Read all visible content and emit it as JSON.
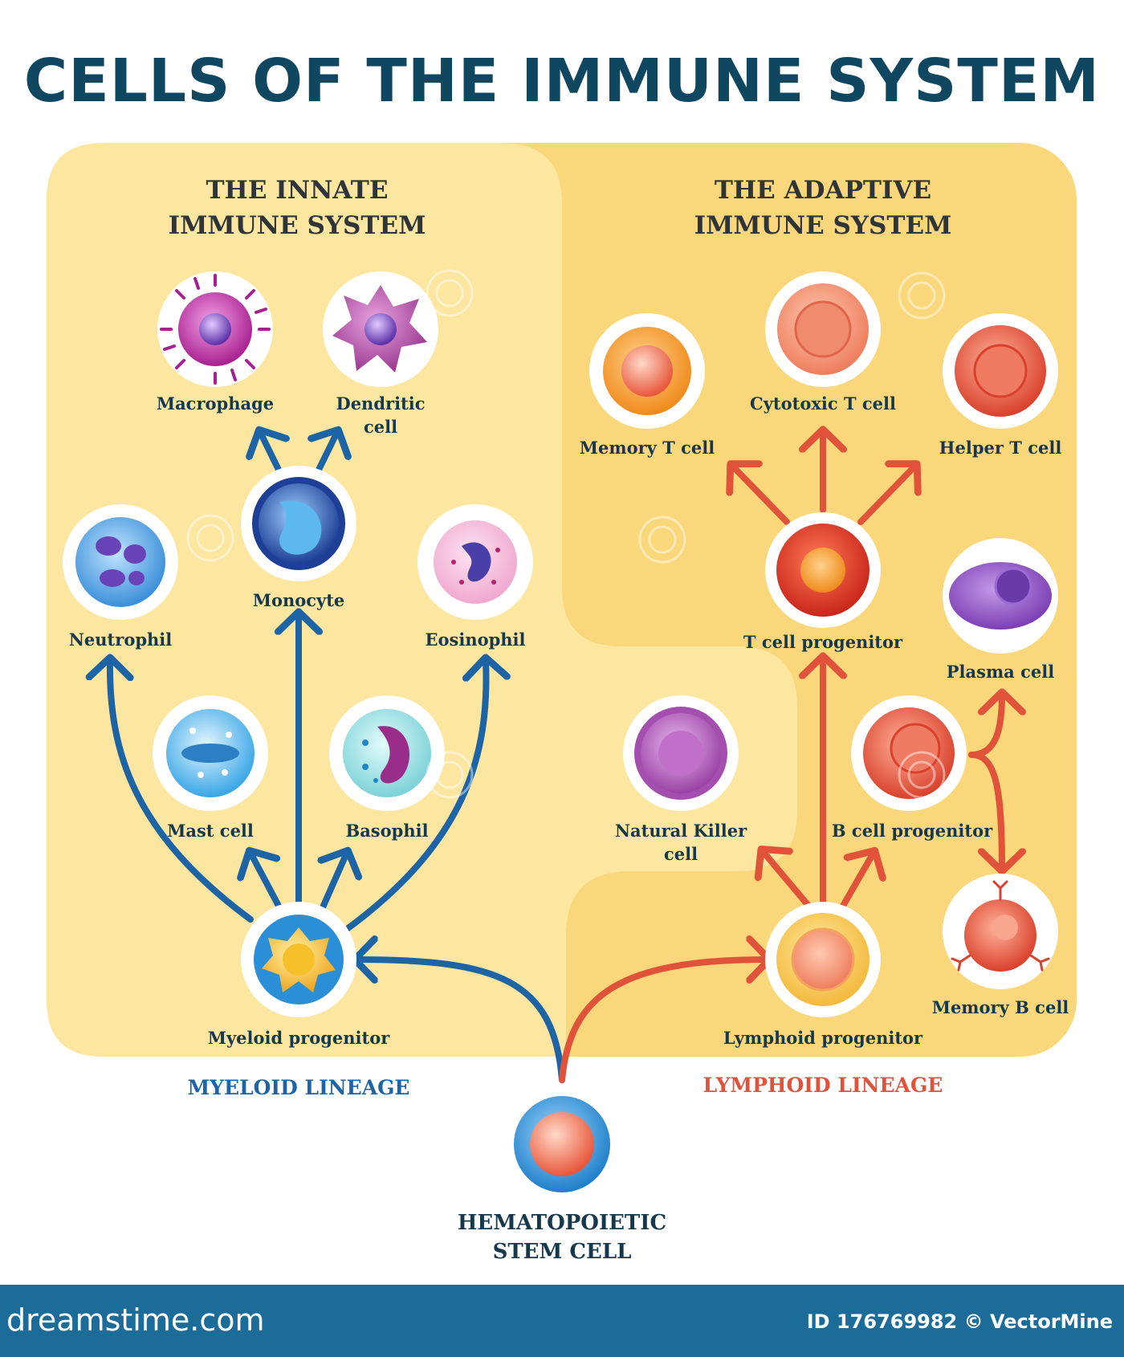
{
  "title": "CELLS OF THE IMMUNE SYSTEM",
  "sections": {
    "innate": "THE INNATE\nIMMUNE SYSTEM",
    "adaptive": "THE ADAPTIVE\nIMMUNE SYSTEM"
  },
  "cells": {
    "macrophage": "Macrophage",
    "dendritic": "Dendritic\ncell",
    "monocyte": "Monocyte",
    "neutrophil": "Neutrophil",
    "eosinophil": "Eosinophil",
    "mast": "Mast cell",
    "basophil": "Basophil",
    "myeloid_progenitor": "Myeloid progenitor",
    "memory_t": "Memory T cell",
    "cytotoxic_t": "Cytotoxic T cell",
    "helper_t": "Helper T cell",
    "t_progenitor": "T cell progenitor",
    "plasma": "Plasma cell",
    "natural_killer": "Natural Killer\ncell",
    "b_progenitor": "B cell progenitor",
    "memory_b": "Memory B cell",
    "lymphoid_progenitor": "Lymphoid progenitor",
    "stem": "HEMATOPOIETIC\nSTEM CELL"
  },
  "lineages": {
    "myeloid": "MYELOID LINEAGE",
    "lymphoid": "LYMPHOID LINEAGE"
  },
  "colors": {
    "title": "#0f4660",
    "myeloid_arrow": "#1c64a6",
    "lymphoid_arrow": "#e0533a",
    "panel_innate": "#fde6a0",
    "panel_adaptive": "#fbd77c",
    "footer": "#1b6c99"
  },
  "footer": {
    "site": "dreamstime.com",
    "id": "ID 176769982 © VectorMine"
  }
}
